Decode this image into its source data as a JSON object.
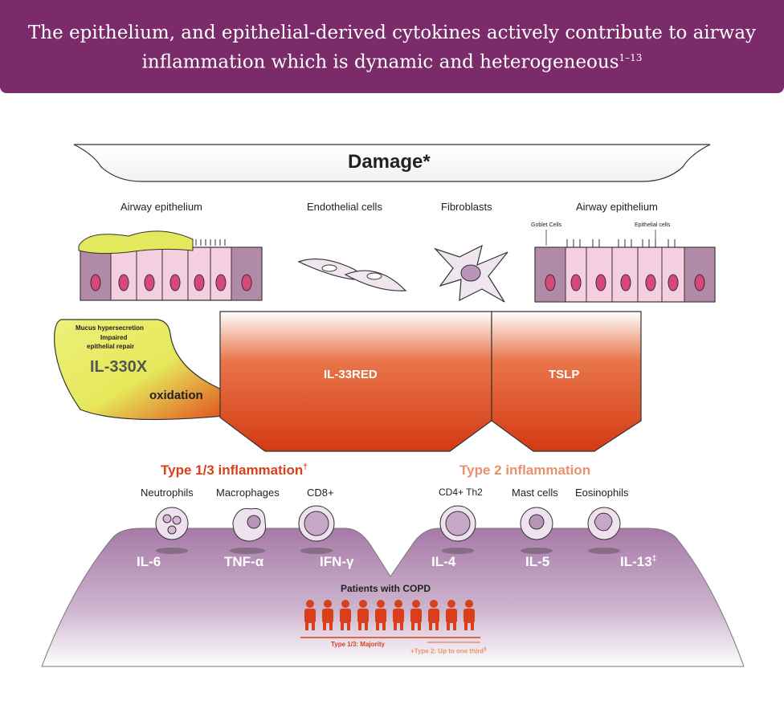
{
  "header": {
    "title_line1": "The epithelium, and epithelial-derived cytokines actively contribute to airway",
    "title_line2": "inflammation which is dynamic and heterogeneous",
    "title_sup": "1–13"
  },
  "damage": "Damage*",
  "cells_top": {
    "airway_left": "Airway epithelium",
    "endothelial": "Endothelial cells",
    "fibroblasts": "Fibroblasts",
    "airway_right": "Airway epithelium",
    "goblet": "Goblet Cells",
    "epithelial": "Epithelial cells"
  },
  "mucus_box": {
    "line1": "Mucus hypersecretion",
    "line2": "Impaired",
    "line3": "epithelial repair",
    "il33ox": "IL-330X",
    "oxidation": "oxidation"
  },
  "il33red": "IL-33RED",
  "tslp": "TSLP",
  "type13": {
    "label": "Type 1/3 inflammation",
    "sup": "†"
  },
  "type2": {
    "label": "Type 2 inflammation"
  },
  "immune_cells": [
    "Neutrophils",
    "Macrophages",
    "CD8+",
    "CD4+ Th2",
    "Mast cells",
    "Eosinophils"
  ],
  "cytokines": [
    "IL-6",
    "TNF-α",
    "IFN-γ",
    "IL-4",
    "IL-5",
    "IL-13"
  ],
  "il13_sup": "‡",
  "patients": "Patients with COPD",
  "majority": "Type 1/3: Majority",
  "type2_third": "+Type 2: Up to one third",
  "type2_third_sup": "§",
  "colors": {
    "header": "#7b2a6a",
    "orange": "#d9401a",
    "light_orange": "#e8916a",
    "purple": "#a67aa6"
  }
}
